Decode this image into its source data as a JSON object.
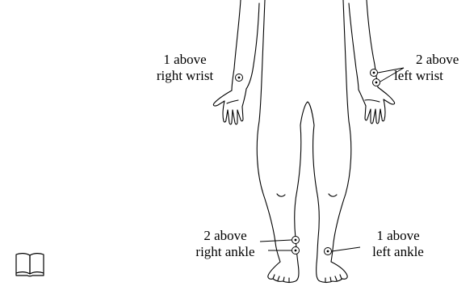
{
  "labels": {
    "right_wrist": {
      "line1": "1 above",
      "line2": "right wrist"
    },
    "left_wrist": {
      "line1": "2 above",
      "line2": "left wrist"
    },
    "right_ankle": {
      "line1": "2 above",
      "line2": "right ankle"
    },
    "left_ankle": {
      "line1": "1 above",
      "line2": "left ankle"
    }
  },
  "icons": {
    "corner": "book-icon"
  },
  "colors": {
    "ink": "#000000",
    "background": "#ffffff"
  }
}
